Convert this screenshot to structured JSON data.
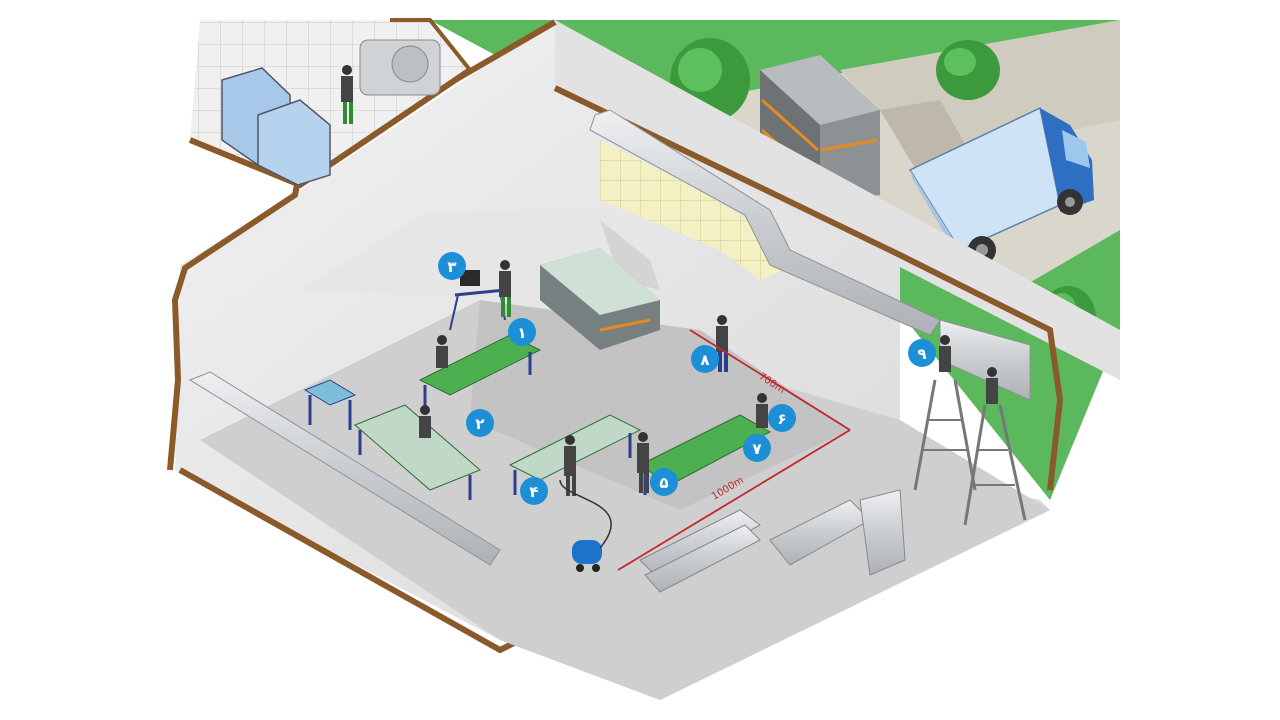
{
  "dimensions": {
    "width_label": "700m",
    "length_label": "1000m"
  },
  "stations": [
    {
      "id": "station-1",
      "label": "۱"
    },
    {
      "id": "station-2",
      "label": "۲"
    },
    {
      "id": "station-3",
      "label": "۳"
    },
    {
      "id": "station-4",
      "label": "۴"
    },
    {
      "id": "station-5",
      "label": "۵"
    },
    {
      "id": "station-6",
      "label": "۶"
    },
    {
      "id": "station-7",
      "label": "۷"
    },
    {
      "id": "station-8",
      "label": "۸"
    },
    {
      "id": "station-9",
      "label": "۹"
    }
  ],
  "colors": {
    "badge": "#1d8fd6",
    "wall_edge": "#8b5a2b",
    "grass": "#5cb85c",
    "floor": "#d9d9d9",
    "table_top": "#4caf50",
    "truck_box": "#cfe3f7",
    "truck_cab": "#2e6fc4",
    "dimension_line": "#c0282d"
  }
}
